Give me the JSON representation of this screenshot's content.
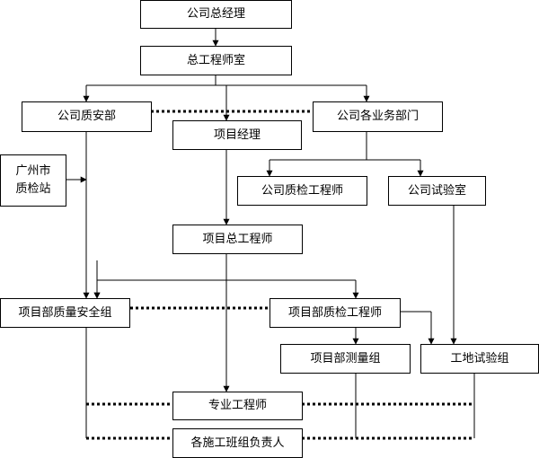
{
  "diagram": {
    "nodes": {
      "gm": "公司总经理",
      "chief_engineer": "总工程师室",
      "quality_safety": "公司质安部",
      "business_depts": "公司各业务部门",
      "project_manager": "项目经理",
      "quality_inspector": "公司质检工程师",
      "lab": "公司试验室",
      "gz_station_line1": "广州市",
      "gz_station_line2": "质检站",
      "project_chief_engineer": "项目总工程师",
      "project_quality_safety": "项目部质量安全组",
      "project_quality_inspector": "项目部质检工程师",
      "survey_group": "项目部测量组",
      "site_lab": "工地试验组",
      "specialist_engineer": "专业工程师",
      "crew_leaders": "各施工班组负责人"
    }
  }
}
